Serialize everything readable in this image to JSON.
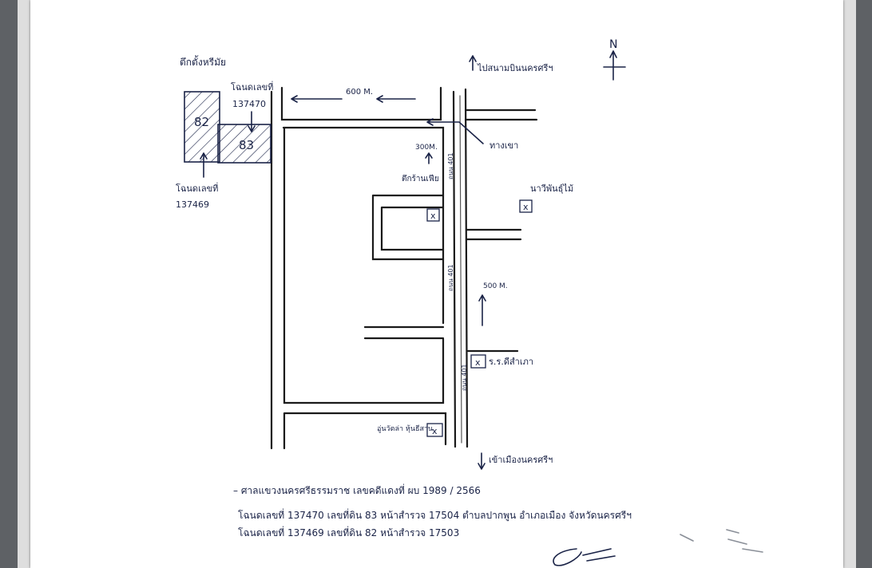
{
  "map": {
    "north_label": "N",
    "distance_top": "600 M.",
    "distance_mid_top": "300M.",
    "distance_mid": "500 M.",
    "road_label": "ถนน 401",
    "label_temple": "ตึกตั้งหรีมัย",
    "label_deed_470_title": "โฉนดเลขที่",
    "label_deed_470_number": "137470",
    "label_deed_469_title": "โฉนดเลขที่",
    "label_deed_469_number": "137469",
    "plot_82": "82",
    "plot_83": "83",
    "label_to_nakhon_top": "ไปสนามบินนครศรีฯ",
    "label_khao_khiew": "ทางเขา",
    "label_plant_shop": "ตึกร้านเฟีย",
    "label_nursery": "นาวีพันธุ์ไม้",
    "label_school_right": "ร.ร.ดีสำเภา",
    "label_bottom_left": "อู่นวัตล่า หุ้นธีสาน",
    "label_to_city_bottom": "เข้าเมืองนครศรีฯ",
    "marker_x": "x"
  },
  "notes": {
    "line1": "– ศาลแขวงนครศรีธรรมราช เลขคดีแดงที่ ผบ 1989 / 2566",
    "line2": "โฉนดเลขที่ 137470 เลขที่ดิน 83 หน้าสำรวจ 17504 ตำบลปากพูน อำเภอเมือง จังหวัดนครศรีฯ",
    "line3": "โฉนดเลขที่ 137469 เลขที่ดิน 82 หน้าสำรวจ 17503"
  },
  "colors": {
    "ink": "#1a2347",
    "viewer_bg": "#5e6165",
    "paper": "#ffffff"
  }
}
